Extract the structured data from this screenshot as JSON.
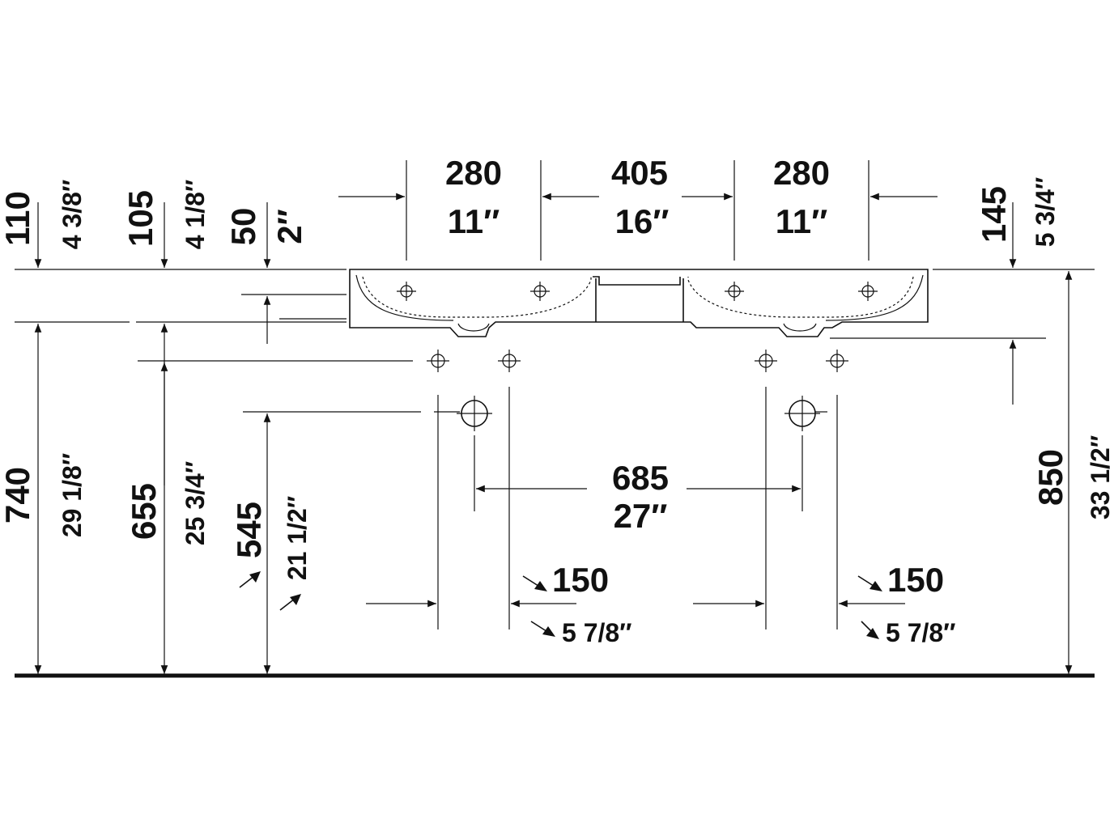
{
  "top": {
    "left_basin": {
      "mm": "280",
      "in": "11″"
    },
    "center": {
      "mm": "405",
      "in": "16″"
    },
    "right_basin": {
      "mm": "280",
      "in": "11″"
    }
  },
  "left_heights": {
    "rim_110": {
      "mm": "110",
      "in": "4 3/8″"
    },
    "rim_105": {
      "mm": "105",
      "in": "4 1/8″"
    },
    "rim_50": {
      "mm": "50",
      "in": "2″"
    }
  },
  "right_heights": {
    "overflow_145": {
      "mm": "145",
      "in": "5 3/4″"
    },
    "total_850": {
      "mm": "850",
      "in": "33 1/2″"
    }
  },
  "floor_heights": {
    "h740": {
      "mm": "740",
      "in": "29 1/8″"
    },
    "h655": {
      "mm": "655",
      "in": "25 3/4″"
    },
    "h545": {
      "mm": "545",
      "in": "21 1/2″"
    }
  },
  "waste_spacing": {
    "mm": "685",
    "in": "27″"
  },
  "supply_offset_left": {
    "mm": "150",
    "in": "5 7/8″"
  },
  "supply_offset_right": {
    "mm": "150",
    "in": "5 7/8″"
  }
}
